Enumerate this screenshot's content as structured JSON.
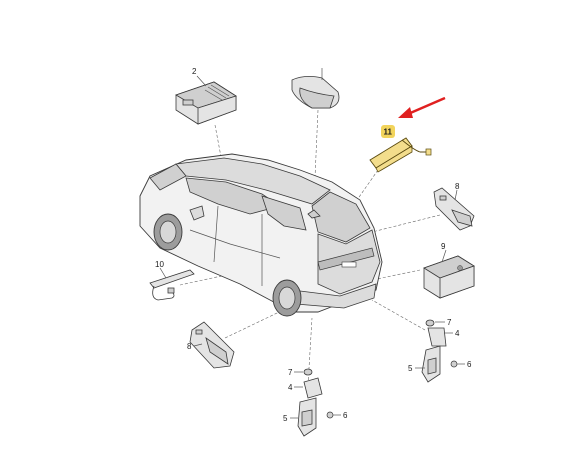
{
  "callouts": {
    "c2": "2",
    "c11": "11",
    "c8_top": "8",
    "c9": "9",
    "c10": "10",
    "c8_left": "8",
    "c7_right": "7",
    "c4_right": "4",
    "c5_right": "5",
    "c6_right": "6",
    "c7_bottom": "7",
    "c4_bottom": "4",
    "c5_bottom": "5",
    "c6_bottom": "6"
  },
  "colors": {
    "highlight_part": "#f3dd8c",
    "highlight_badge": "#f2d45c",
    "arrow": "#e02020"
  }
}
